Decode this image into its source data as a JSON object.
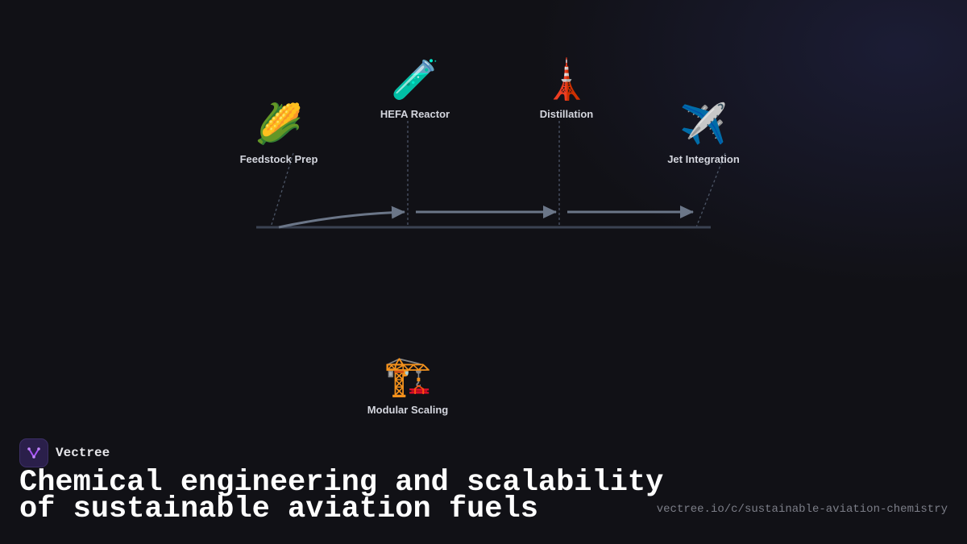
{
  "brand": {
    "name": "Vectree"
  },
  "title": "Chemical engineering and scalability of sustainable aviation fuels",
  "url": "vectree.io/c/sustainable-aviation-chemistry",
  "colors": {
    "background": "#111116",
    "timeline": "#3a4252",
    "arrow": "#6b7688",
    "label": "#d4d6de",
    "brand_accent": "#a855f7"
  },
  "nodes": [
    {
      "id": "feedstock",
      "icon": "🌽",
      "icon_name": "corn-icon",
      "label": "Feedstock Prep"
    },
    {
      "id": "hefa",
      "icon": "🧪",
      "icon_name": "test-tube-icon",
      "label": "HEFA Reactor"
    },
    {
      "id": "distillation",
      "icon": "🗼",
      "icon_name": "tower-icon",
      "label": "Distillation"
    },
    {
      "id": "jet",
      "icon": "✈️",
      "icon_name": "airplane-icon",
      "label": "Jet Integration"
    },
    {
      "id": "modular",
      "icon": "🏗️",
      "icon_name": "crane-icon",
      "label": "Modular Scaling"
    }
  ],
  "flows": [
    {
      "from": "feedstock",
      "to": "hefa"
    },
    {
      "from": "hefa",
      "to": "distillation"
    },
    {
      "from": "distillation",
      "to": "jet"
    }
  ]
}
